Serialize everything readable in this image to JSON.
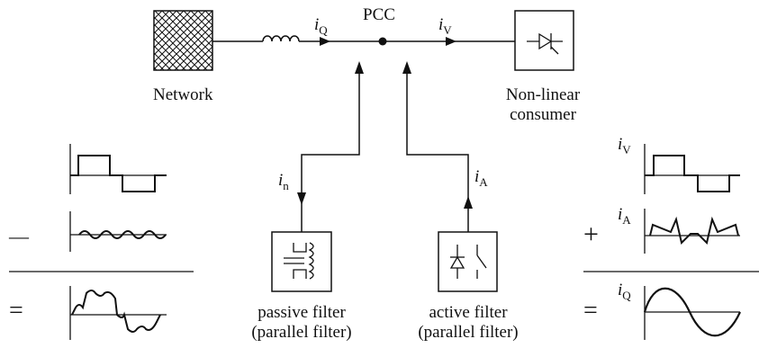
{
  "labels": {
    "pcc": "PCC",
    "network": "Network",
    "consumer_line1": "Non-linear",
    "consumer_line2": "consumer",
    "passive_line1": "passive filter",
    "passive_line2": "(parallel filter)",
    "active_line1": "active filter",
    "active_line2": "(parallel filter)"
  },
  "currents": {
    "iQ": {
      "main": "i",
      "sub": "Q"
    },
    "iV": {
      "main": "i",
      "sub": "V"
    },
    "in": {
      "main": "i",
      "sub": "n"
    },
    "iA": {
      "main": "i",
      "sub": "A"
    }
  },
  "operators": {
    "minus": "—",
    "plus": "+",
    "equals": "="
  }
}
